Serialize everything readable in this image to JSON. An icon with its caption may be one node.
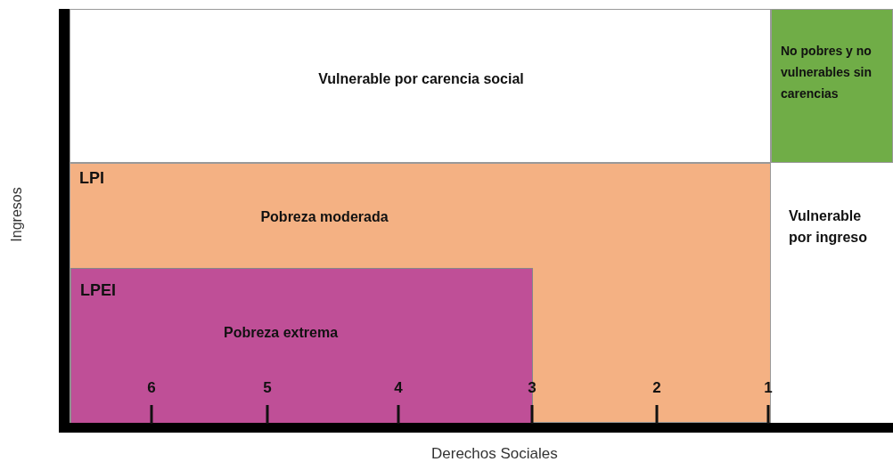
{
  "diagram": {
    "nodes": [
      {
        "text": [
          "Vulnerable por carencia social"
        ]
      },
      {
        "text": [
          "No pobres y no vulnerables sin carencias"
        ]
      },
      {
        "text": [
          "LPI",
          "Pobreza moderada"
        ]
      },
      {
        "text": [
          "LPEI",
          "Pobreza extrema"
        ],
        "in": 2
      },
      {
        "text": [
          "Vulnerable por ingreso"
        ]
      }
    ],
    "edges": [],
    "labels": [
      "Ingresos",
      "Derechos Sociales",
      "6",
      "5",
      "4",
      "3",
      "2",
      "1"
    ]
  }
}
